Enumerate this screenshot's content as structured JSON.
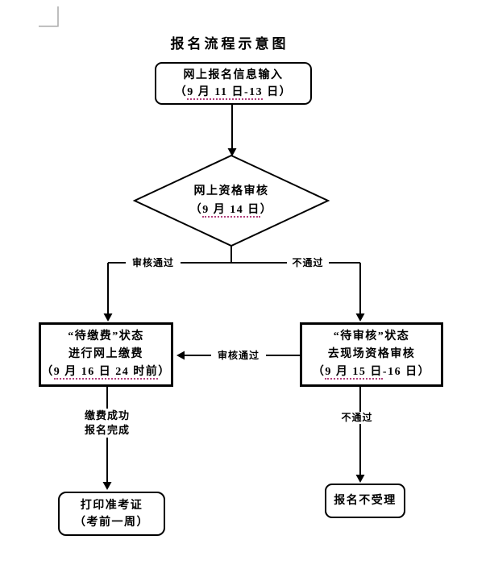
{
  "title": "报名流程示意图",
  "nodes": {
    "start": {
      "line1": "网上报名信息输入",
      "paren_open": "（",
      "date": "9 月 11 日-13",
      "paren_close": " 日）"
    },
    "review": {
      "line1": "网上资格审核",
      "paren_open": "（",
      "date": "9 月 14 日",
      "paren_close": "）"
    },
    "pay": {
      "line1": "“待缴费”状态",
      "line2": "进行网上缴费",
      "paren_open": "（",
      "date": "9 月 16 日 24 时前",
      "paren_close": "）"
    },
    "onsite": {
      "line1": "“待审核”状态",
      "line2": "去现场资格审核",
      "paren_open": "（",
      "date": "9 月 15 日",
      "paren_close": "-16 日）"
    },
    "print": {
      "line1": "打印准考证",
      "line2": "（考前一周）"
    },
    "reject": {
      "line1": "报名不受理"
    }
  },
  "edge_labels": {
    "review_pass": "审核通过",
    "review_fail": "不通过",
    "onsite_pass": "审核通过",
    "pay_success_line1": "缴费成功",
    "pay_success_line2": "报名完成",
    "onsite_fail": "不通过"
  },
  "colors": {
    "stroke": "#000000",
    "spell_underline": "#b0407c",
    "crop_mark": "#a9a9a9"
  }
}
